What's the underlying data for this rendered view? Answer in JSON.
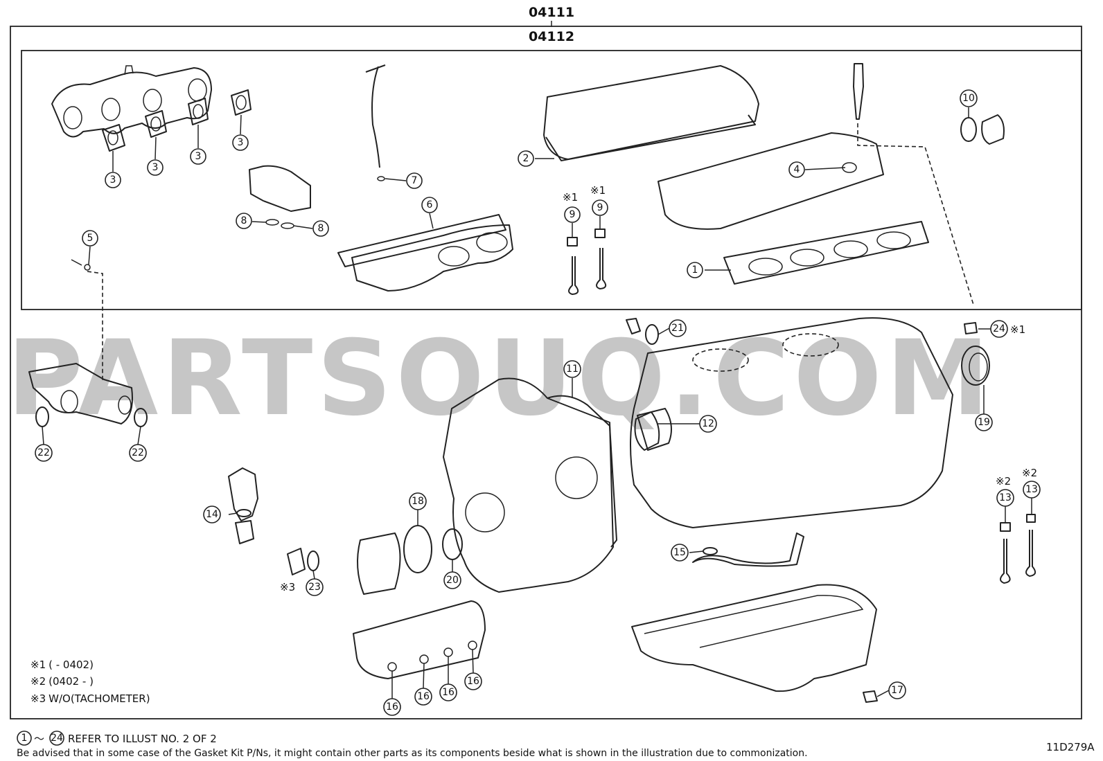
{
  "header": {
    "assembly_number": "04111",
    "subassembly_number": "04112"
  },
  "watermark": "PARTSOUQ.COM",
  "notes": {
    "note1": {
      "mark": "※1",
      "text": "(        - 0402)"
    },
    "note2": {
      "mark": "※2",
      "text": "(0402 -        )"
    },
    "note3": {
      "mark": "※3",
      "text": "W/O(TACHOMETER)"
    }
  },
  "footer": {
    "range_start": "1",
    "range_end": "24",
    "range_sep": "～",
    "refer_text": "REFER TO ILLUST NO. 2 OF 2",
    "disclaimer": "Be advised that in some case of the Gasket Kit P/Ns,  it might contain other parts as its components beside what is shown in the illustration due to commonization.",
    "illustration_code": "11D279A"
  },
  "callouts": {
    "c1": "1",
    "c2": "2",
    "c3a": "3",
    "c3b": "3",
    "c3c": "3",
    "c3d": "3",
    "c4": "4",
    "c5": "5",
    "c6": "6",
    "c7": "7",
    "c8a": "8",
    "c8b": "8",
    "c9a": "9",
    "c9b": "9",
    "c10": "10",
    "c11": "11",
    "c12": "12",
    "c13a": "13",
    "c13b": "13",
    "c14": "14",
    "c15": "15",
    "c16a": "16",
    "c16b": "16",
    "c16c": "16",
    "c16d": "16",
    "c17": "17",
    "c18": "18",
    "c19": "19",
    "c20": "20",
    "c21": "21",
    "c22a": "22",
    "c22b": "22",
    "c23": "23",
    "c24": "24"
  },
  "marks": {
    "m9a": "※1",
    "m9b": "※1",
    "m13a": "※2",
    "m13b": "※2",
    "m23": "※3",
    "m24": "※1"
  }
}
